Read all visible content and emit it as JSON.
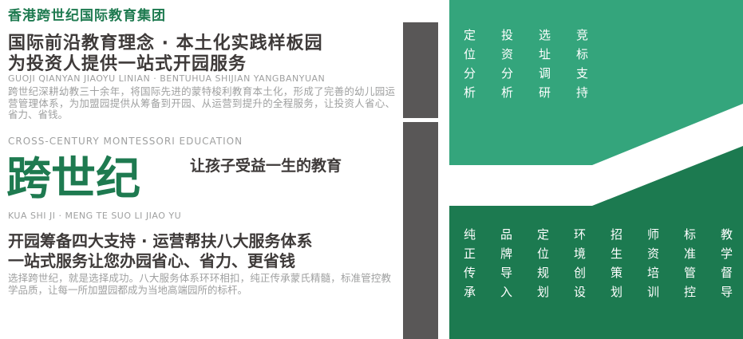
{
  "colors": {
    "green_dark": "#1E7A50",
    "green_light": "#34A57C",
    "text_dark": "#3E3A39",
    "text_gray": "#9FA0A0",
    "bar_gray": "#595757"
  },
  "left": {
    "section1": {
      "eyebrow": "香港跨世纪国际教育集团",
      "title_line1": "国际前沿教育理念 · 本土化实践样板园",
      "title_line2": "为投资人提供一站式开园服务",
      "pinyin": "GUOJI QIANYAN JIAOYU LINIAN · BENTUHUA SHIJIAN YANGBANYUAN",
      "paragraph": "跨世纪深耕幼教三十余年，将国际先进的蒙特梭利教育本土化，形成了完善的幼儿园运营管理体系，为加盟园提供从筹备到开园、从运营到提升的全程服务，让投资人省心、省力、省钱。"
    },
    "section2": {
      "eyebrow": "CROSS-CENTURY MONTESSORI EDUCATION",
      "brand": "跨世纪",
      "brand_side": "让孩子受益一生的教育",
      "pinyin": "KUA SHI JI · MENG TE SUO LI JIAO YU",
      "title_line1": "开园筹备四大支持 · 运营帮扶八大服务体系",
      "title_line2": "一站式服务让您办园省心、省力、更省钱",
      "paragraph": "选择跨世纪，就是选择成功。八大服务体系环环相扣，纯正传承蒙氏精髓，标准管控教学品质，让每一所加盟园都成为当地高端园所的标杆。"
    }
  },
  "right": {
    "top_panel": {
      "items": [
        "定位分析",
        "投资分析",
        "选址调研",
        "竞标支持"
      ]
    },
    "bottom_panel": {
      "items": [
        "纯正传承",
        "品牌导入",
        "定位规划",
        "环境创设",
        "招生策划",
        "师资培训",
        "标准管控",
        "教学督导"
      ]
    }
  }
}
